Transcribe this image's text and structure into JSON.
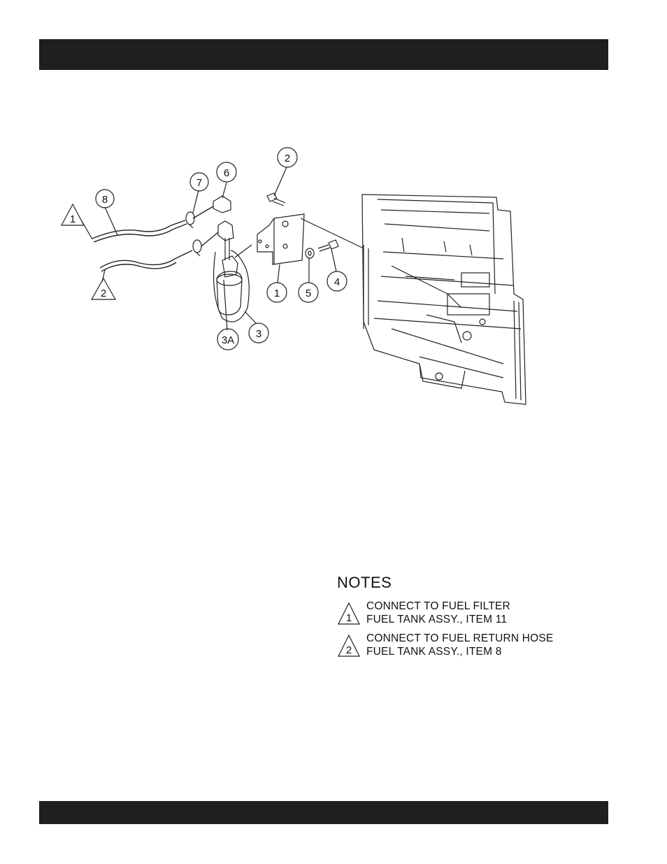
{
  "callouts": {
    "c1": "1",
    "c2": "2",
    "c3": "3",
    "c3a": "3A",
    "c4": "4",
    "c5": "5",
    "c6": "6",
    "c7": "7",
    "c8": "8",
    "ref1": "1",
    "ref2": "2"
  },
  "notes": {
    "title": "NOTES",
    "items": [
      {
        "marker": "1",
        "line1": "CONNECT TO FUEL FILTER",
        "line2": "FUEL TANK ASSY., ITEM 11"
      },
      {
        "marker": "2",
        "line1": "CONNECT TO FUEL RETURN HOSE",
        "line2": "FUEL TANK ASSY., ITEM 8"
      }
    ]
  },
  "colors": {
    "bar": "#1f1f1f",
    "ink": "#111111"
  }
}
